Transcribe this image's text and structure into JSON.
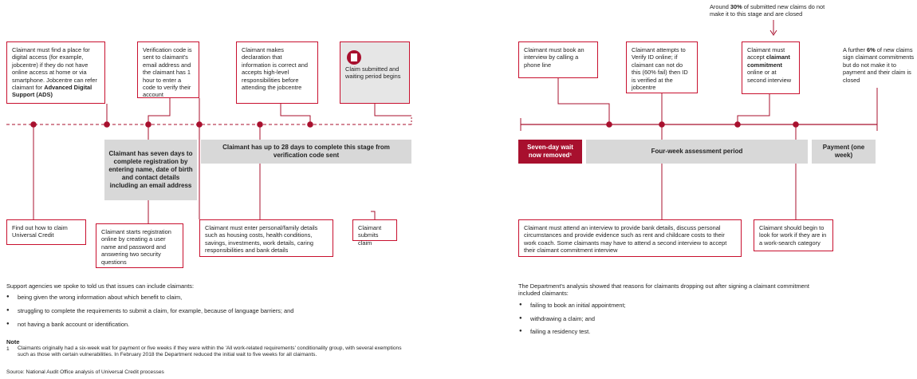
{
  "top_note": {
    "pre": "Around ",
    "bold": "30%",
    "post": " of submitted new claims do not make it to this stage and are closed"
  },
  "right_note": {
    "pre": "A further ",
    "bold": "6%",
    "post": " of new claims sign claimant commitments but do not make it to payment and their claim is closed"
  },
  "top_boxes": {
    "b1": {
      "text": "Claimant must find a place for digital access (for example, jobcentre) if they do not have online access at home or via smartphone. Jobcentre can refer claimant for ",
      "bold": "Advanced Digital Support (ADS)"
    },
    "b2": "Verification code is sent to claimant's email address and the claimant has 1 hour to enter a code to verify their account",
    "b3": "Claimant makes declaration that information is correct and accepts high-level responsibilities before attending the jobcentre",
    "b4": "Claim submitted and waiting period begins",
    "b5": "Claimant must book an interview by calling a phone line",
    "b6": "Claimant attempts to Verify ID online; if claimant can not do this (60% fail) then ID is verified at the jobcentre",
    "b7": {
      "pre": "Claimant must accept ",
      "bold": "claimant commitment",
      "post": " online or at second interview"
    }
  },
  "bands": {
    "seven_days": "Claimant has seven days to complete registration by entering name, date of birth and contact details including an email address",
    "twenty_eight": "Claimant has up to 28 days to complete this stage from verification code sent",
    "seven_day_wait": "Seven-day wait now removed¹",
    "four_week": "Four-week assessment period",
    "payment": "Payment (one week)"
  },
  "bottom_boxes": {
    "c1": "Find out how to claim Universal Credit",
    "c2": "Claimant starts registration online by creating a user name and password and answering two security questions",
    "c3": "Claimant must enter personal/family details such as housing costs, health conditions, savings, investments, work details, caring responsibilities and bank details",
    "c4": "Claimant submits claim",
    "c5": "Claimant must attend an interview to provide bank details, discuss personal circumstances and provide evidence such as rent and childcare costs to their work coach. Some claimants may have to attend a second interview to accept their claimant commitment interview",
    "c6": "Claimant should begin to look for work if they are in a work-search category"
  },
  "support": {
    "intro": "Support agencies we spoke to told us that issues can include claimants:",
    "items": [
      "being given the wrong information about which benefit to claim,",
      "struggling to complete the requirements to submit a claim, for example, because of language barriers; and",
      "not having a bank account or identification."
    ]
  },
  "department": {
    "intro": "The Department's analysis showed that reasons for claimants dropping out after signing a claimant commitment included claimants:",
    "items": [
      "failing to book an initial appointment;",
      "withdrawing a claim; and",
      "failing a residency test."
    ]
  },
  "note": {
    "heading": "Note",
    "number": "1",
    "text": "Claimants originally had a six-week wait for payment or five weeks if they were within the 'All work-related requirements' conditionality group, with several exemptions such as those with certain vulnerabilities. In February 2018 the Department reduced the initial wait to five weeks for all claimants."
  },
  "source": "Source: National Audit Office analysis of Universal Credit processes",
  "colors": {
    "accent": "#a8102e",
    "gray_band": "#d8d8d8"
  },
  "icons": {
    "claim_icon": "document-stack-icon"
  }
}
